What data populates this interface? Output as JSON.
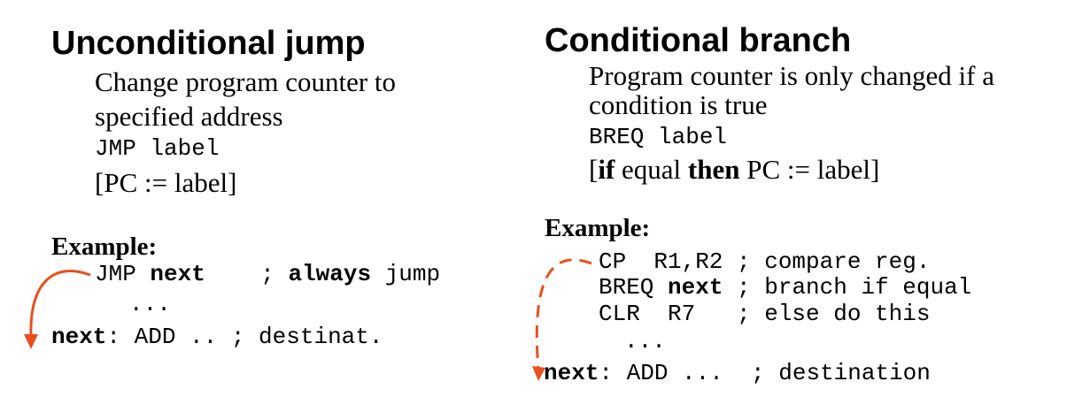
{
  "left": {
    "title": "Unconditional jump",
    "desc_line1": "Change program counter to",
    "desc_line2": "specified address",
    "instruction": "JMP label",
    "semantics": "[PC := label]",
    "example_label": "Example:",
    "code": {
      "line1_op": "JMP ",
      "line1_target": "next",
      "line1_comment_pre": "    ; ",
      "line1_comment_bold": "always",
      "line1_comment_post": " jump",
      "line2": "...",
      "line3_label": "next",
      "line3_rest": ": ADD .. ; destinat."
    }
  },
  "right": {
    "title": "Conditional branch",
    "desc_line1": "Program counter is only changed if a",
    "desc_line2": "condition is true",
    "instruction": "BREQ label",
    "semantics": {
      "open": "[",
      "kw_if": "if",
      "mid": " equal ",
      "kw_then": "then",
      "rest": " PC := label]"
    },
    "example_label": "Example:",
    "code": {
      "line1": "CP  R1,R2 ; compare reg.",
      "line2_op": "BREQ ",
      "line2_target": "next",
      "line2_rest": " ; branch if equal",
      "line3": "CLR  R7   ; else do this",
      "line4": "...",
      "line5_label": "next",
      "line5_rest": ": ADD ...  ; destination"
    }
  },
  "colors": {
    "arrow": "#e8501e",
    "text": "#000000"
  }
}
